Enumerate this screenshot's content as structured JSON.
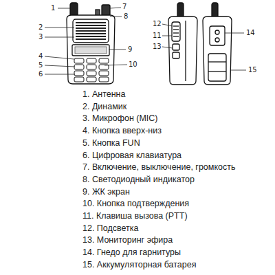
{
  "diagram": {
    "labels": [
      "1",
      "7",
      "8",
      "2",
      "3",
      "9",
      "4",
      "5",
      "10",
      "6",
      "12",
      "11",
      "14",
      "13",
      "15",
      "1. Антенна",
      "2. Динамик",
      "3. Микрофон (MIC)",
      "4. Кнопка вверх-низ",
      "5. Кнопка FUN",
      "6. Цифровая клавиатура",
      "7. Включение, выключение, громкость",
      "8. Светодиодный индикатор",
      "9. ЖК экран",
      "10. Кнопка подтверждения",
      "11. Клавиша вызова (PTT)",
      "12. Подсветка",
      "13. Мониторинг эфира",
      "14. Гнедо для гарнитуры",
      "15. Аккумуляторная батарея"
    ]
  }
}
